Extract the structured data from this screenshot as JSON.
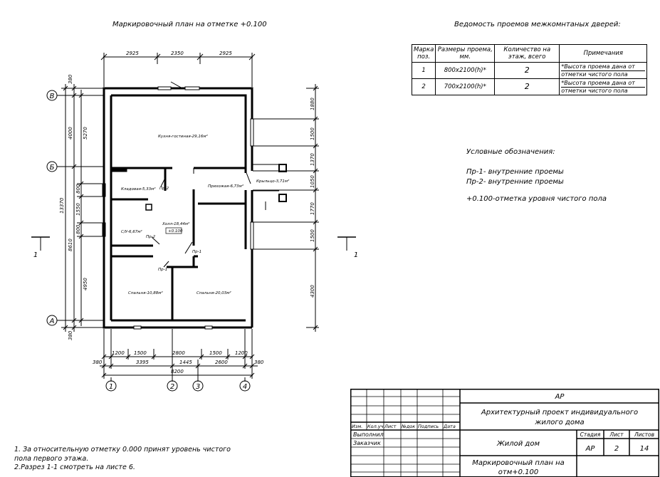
{
  "plan_title": "Маркировочный план на отметке +0.100",
  "schedule_title": "Ведомость проемов межкомнтаных дверей:",
  "schedule": {
    "headers": [
      "Марка поз.",
      "Размеры проема, мм.",
      "Количество на этаж, всего",
      "Примечания"
    ],
    "rows": [
      {
        "mark": "1",
        "size": "800x2100(h)*",
        "qty": "2",
        "note1": "*Высота проема дана от",
        "note2": "отметки чистого пола"
      },
      {
        "mark": "2",
        "size": "700x2100(h)*",
        "qty": "2",
        "note1": "*Высота проема дана от",
        "note2": "отметки чистого пола"
      }
    ]
  },
  "legend": {
    "title": "Условные обозначения:",
    "line1": "Пр-1- внутренние проемы",
    "line2": "Пр-2- внутренние проемы",
    "line3": "+0.100-отметка уровня чистого пола"
  },
  "notes": {
    "n1a": "1. За относительную отметку 0.000 принят уровень чистого",
    "n1b": "пола первого этажа.",
    "n2": "2.Разрез 1-1 смотреть на листе 6."
  },
  "stamp": {
    "code": "АР",
    "project": "Архитектурный проект индивидуального жилого дома",
    "building": "Жилой дом",
    "sheet_title": "Маркировочный план на отм+0.100",
    "stage_label": "Стадия",
    "sheet_label": "Лист",
    "sheets_label": "Листов",
    "stage": "АР",
    "sheet": "2",
    "sheets": "14",
    "col_headers": [
      "Изм.",
      "Кол.уч",
      "Лист",
      "№док",
      "Подпись",
      "Дата"
    ],
    "row1": "Выполнил",
    "row2": "Заказчик"
  },
  "plan": {
    "dims_top": [
      "2925",
      "2350",
      "2925"
    ],
    "dims_bottom1": [
      "1200",
      "1500",
      "2800",
      "1500",
      "1200"
    ],
    "dims_bottom2": [
      "380",
      "3395",
      "1445",
      "2600",
      "380"
    ],
    "dims_bottom3": "8200",
    "dims_left_outer": "13370",
    "dims_left_mid": [
      "380",
      "4000",
      "8610",
      "380"
    ],
    "dims_left_inner": [
      "5270",
      "800",
      "1550",
      "800",
      "4950"
    ],
    "dims_right": [
      "1880",
      "1500",
      "1370",
      "1050",
      "1770",
      "1500",
      "4300"
    ],
    "axes_letters": [
      "В",
      "Б",
      "А"
    ],
    "axes_numbers": [
      "1",
      "2",
      "3",
      "4"
    ],
    "section_mark": "1",
    "rooms": {
      "kitchen": "Кухня-гостиная-29,16м²",
      "pantry": "Кладовая-5,33м²",
      "hallway": "Прихожая-6,73м²",
      "porch": "Крыльцо-3,71м²",
      "bath": "С/У-6,67м²",
      "hall": "Холл-18,44м²",
      "level": "+0.100",
      "bed1": "Спальня-10,88м²",
      "bed2": "Спальня-20,03м²"
    },
    "openings": {
      "pr1": "Пр-1",
      "pr2": "Пр-2"
    }
  }
}
